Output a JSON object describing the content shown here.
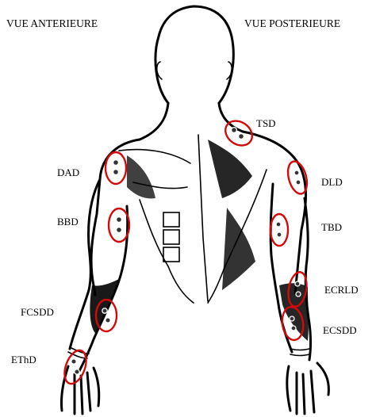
{
  "titles": {
    "anterior": "VUE ANTERIEURE",
    "posterior": "VUE POSTERIEURE"
  },
  "sites": {
    "tsd": "TSD",
    "dad": "DAD",
    "dld": "DLD",
    "bbd": "BBD",
    "tbd": "TBD",
    "ecrld": "ECRLD",
    "fcsdd": "FCSDD",
    "ecsdd": "ECSDD",
    "ethd": "EThD"
  },
  "colors": {
    "electrode_ring": "#d40a0a",
    "outline": "#000000"
  }
}
